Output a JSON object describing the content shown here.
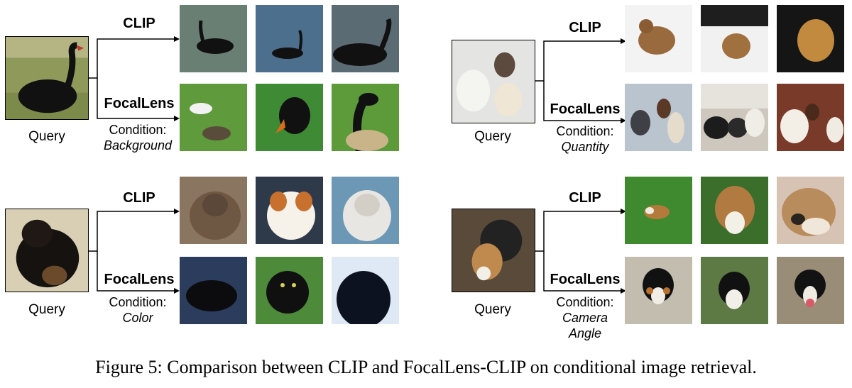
{
  "caption": "Figure 5: Comparison between CLIP and FocalLens-CLIP on conditional image retrieval.",
  "panels": [
    {
      "query_label": "Query",
      "clip_label": "CLIP",
      "focal_label": "FocalLens",
      "condition_label": "Condition:",
      "condition_value": "Background",
      "query_subject": "black swan on grass",
      "clip_results": [
        "black swan on water",
        "black swan on water",
        "black swan on dark water"
      ],
      "focal_results": [
        "goose and swan on grass",
        "black swan on grass",
        "canada goose on grass"
      ]
    },
    {
      "query_label": "Query",
      "clip_label": "CLIP",
      "focal_label": "FocalLens",
      "condition_label": "Condition:",
      "condition_value": "Quantity",
      "query_subject": "three dogs",
      "clip_results": [
        "terrier in snow",
        "terrier in snow",
        "terrier on dark background"
      ],
      "focal_results": [
        "group of dogs",
        "group of dogs",
        "group of dogs"
      ]
    },
    {
      "query_label": "Query",
      "clip_label": "CLIP",
      "focal_label": "FocalLens",
      "condition_label": "Condition:",
      "condition_value": "Color",
      "query_subject": "black long-haired cat",
      "clip_results": [
        "brown persian cat",
        "white and orange cat",
        "white persian cat"
      ],
      "focal_results": [
        "black cat",
        "black cat on grass",
        "black cat backlit"
      ]
    },
    {
      "query_label": "Query",
      "clip_label": "CLIP",
      "focal_label": "FocalLens",
      "condition_label": "Condition:",
      "condition_value": "Camera Angle",
      "condition_value_lines": [
        "Camera",
        "Angle"
      ],
      "query_subject": "beagle seen from above",
      "clip_results": [
        "beagle lying on grass",
        "beagle on grass",
        "beagle close-up"
      ],
      "focal_results": [
        "bernese dog from above",
        "bernese dog from above",
        "bernese dog from above"
      ]
    }
  ]
}
